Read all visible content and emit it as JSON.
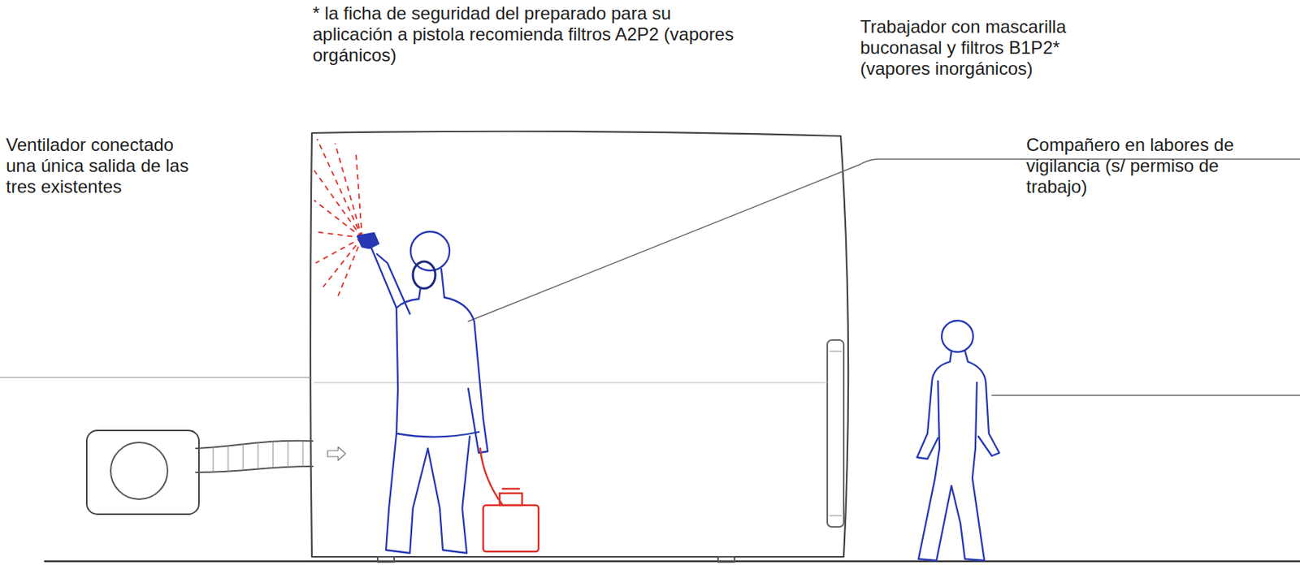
{
  "diagram": {
    "labels": [
      "* la ficha de seguridad del preparado para su aplicación a pistola recomienda filtros A2P2 (vapores orgánicos)",
      "Trabajador con mascarilla buconasal y filtros B1P2* (vapores inorgánicos)",
      "Ventilador conectado una única salida de las tres existentes",
      "Compañero en labores de vigilancia (s/ permiso de trabajo)"
    ]
  }
}
